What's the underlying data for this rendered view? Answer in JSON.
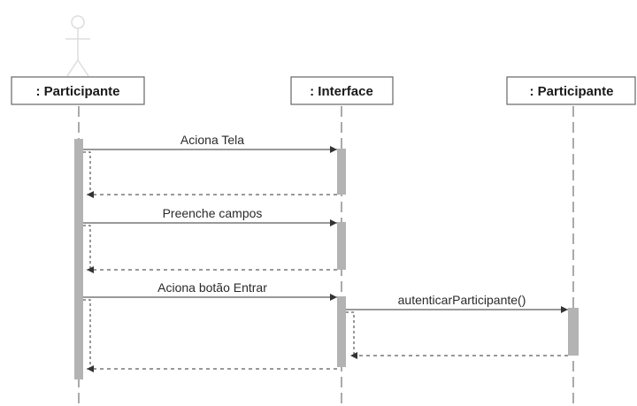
{
  "diagram": {
    "type": "sequence",
    "participants": [
      {
        "id": "p1",
        "label": ": Participante"
      },
      {
        "id": "p2",
        "label": ": Interface"
      },
      {
        "id": "p3",
        "label": ": Participante"
      }
    ],
    "messages": [
      {
        "from": "p1",
        "to": "p2",
        "label": "Aciona Tela",
        "kind": "call"
      },
      {
        "from": "p2",
        "to": "p1",
        "label": "",
        "kind": "return"
      },
      {
        "from": "p1",
        "to": "p2",
        "label": "Preenche campos",
        "kind": "call"
      },
      {
        "from": "p2",
        "to": "p1",
        "label": "",
        "kind": "return"
      },
      {
        "from": "p1",
        "to": "p2",
        "label": "Aciona botão Entrar",
        "kind": "call"
      },
      {
        "from": "p2",
        "to": "p3",
        "label": "autenticarParticipante()",
        "kind": "call"
      },
      {
        "from": "p3",
        "to": "p2",
        "label": "",
        "kind": "return"
      },
      {
        "from": "p2",
        "to": "p1",
        "label": "",
        "kind": "return"
      }
    ],
    "colors": {
      "line": "#333333",
      "lifeline": "#555555",
      "activation": "#b3b3b3",
      "box_border": "#666666",
      "actor_faded": "#dddddd"
    }
  }
}
